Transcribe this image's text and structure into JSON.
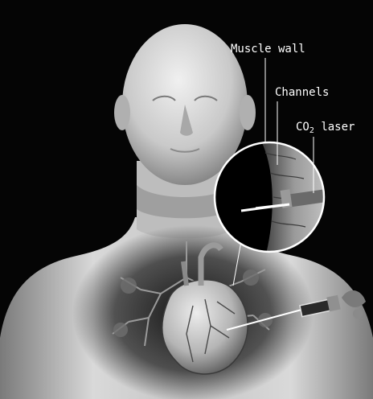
{
  "labels": {
    "muscle_wall": "Muscle wall",
    "channels": "Channels",
    "co2_prefix": "CO",
    "co2_subscript": "2",
    "co2_suffix": " laser"
  },
  "colors": {
    "background": "#050505",
    "skin_light": "#e6e6e6",
    "skin_mid": "#bdbdbd",
    "skin_shadow": "#6e6e6e",
    "lung_tissue": "#9a9a9a",
    "heart": "#c8c8c8",
    "laser_beam": "#ffffff"
  },
  "icons": [
    "callout-magnifier-icon",
    "laser-instrument-icon",
    "heart-icon",
    "lungs-icon"
  ]
}
